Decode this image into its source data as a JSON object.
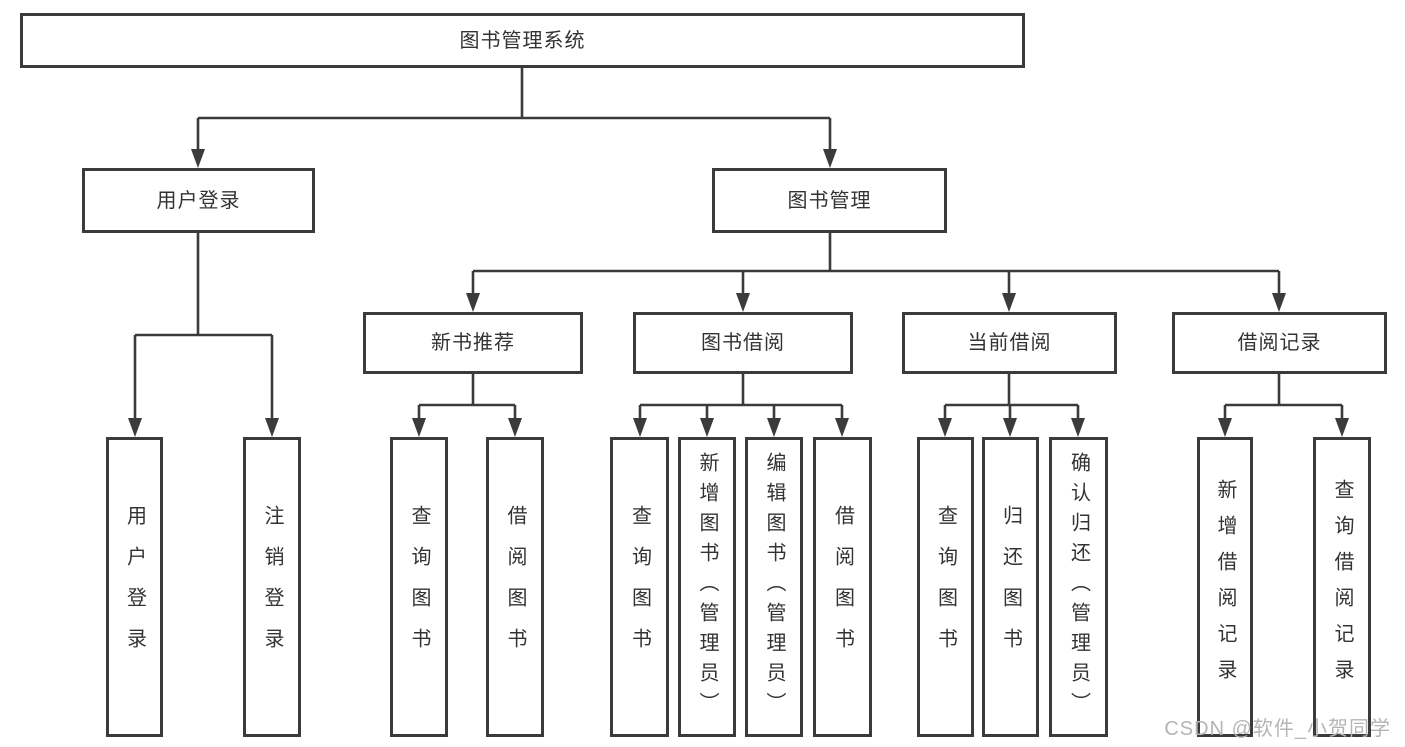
{
  "diagram": {
    "root": {
      "label": "图书管理系统"
    },
    "level2": [
      {
        "label": "用户登录"
      },
      {
        "label": "图书管理"
      }
    ],
    "level3": [
      {
        "label": "新书推荐"
      },
      {
        "label": "图书借阅"
      },
      {
        "label": "当前借阅"
      },
      {
        "label": "借阅记录"
      }
    ],
    "leaves": {
      "user_login": [
        "用户登录",
        "注销登录"
      ],
      "new_books": [
        "查询图书",
        "借阅图书"
      ],
      "book_borrow": [
        "查询图书",
        "新增图书（管理员）",
        "编辑图书（管理员）",
        "借阅图书"
      ],
      "current_borrow": [
        "查询图书",
        "归还图书",
        "确认归还（管理员）"
      ],
      "borrow_records": [
        "新增借阅记录",
        "查询借阅记录"
      ]
    },
    "watermark": "CSDN @软件_小贺同学",
    "colors": {
      "border": "#3b3b3b",
      "text": "#333333",
      "watermark": "#b5b5b5",
      "background": "#ffffff"
    }
  }
}
